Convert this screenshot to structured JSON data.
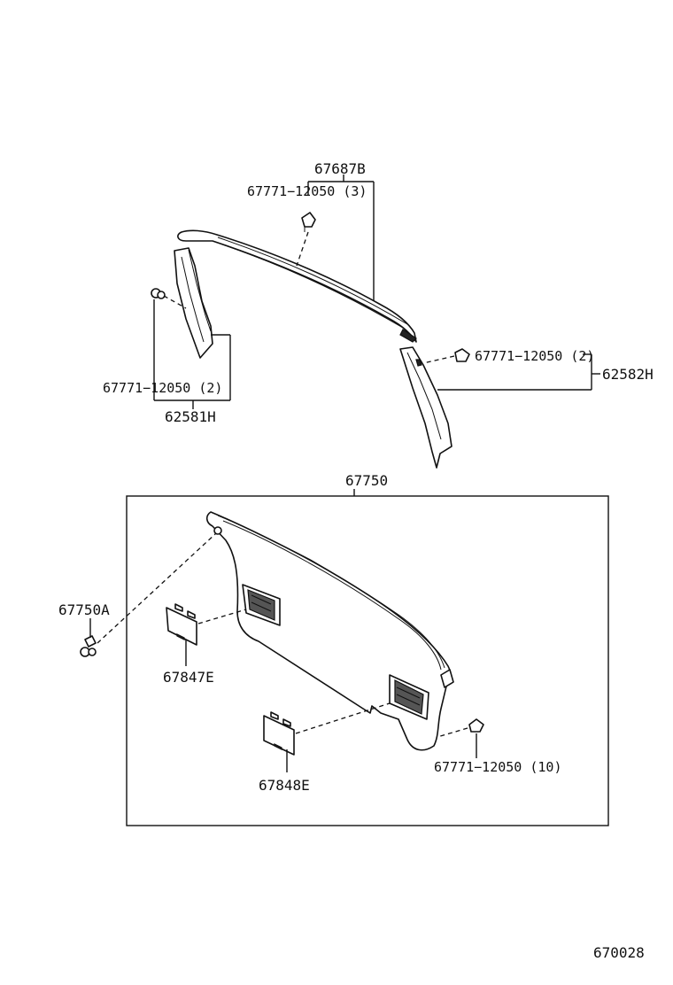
{
  "parts": {
    "top_trim": "67687B",
    "clip_top": "67771−12050 (3)",
    "left_pillar": "62581H",
    "clip_left": "67771−12050 (2)",
    "right_pillar": "62582H",
    "clip_right": "67771−12050 (2)",
    "door_panel": "67750",
    "fastener": "67750A",
    "cover_upper": "67847E",
    "cover_lower": "67848E",
    "clip_panel": "67771−12050 (10)"
  },
  "diagram_number": "670028"
}
